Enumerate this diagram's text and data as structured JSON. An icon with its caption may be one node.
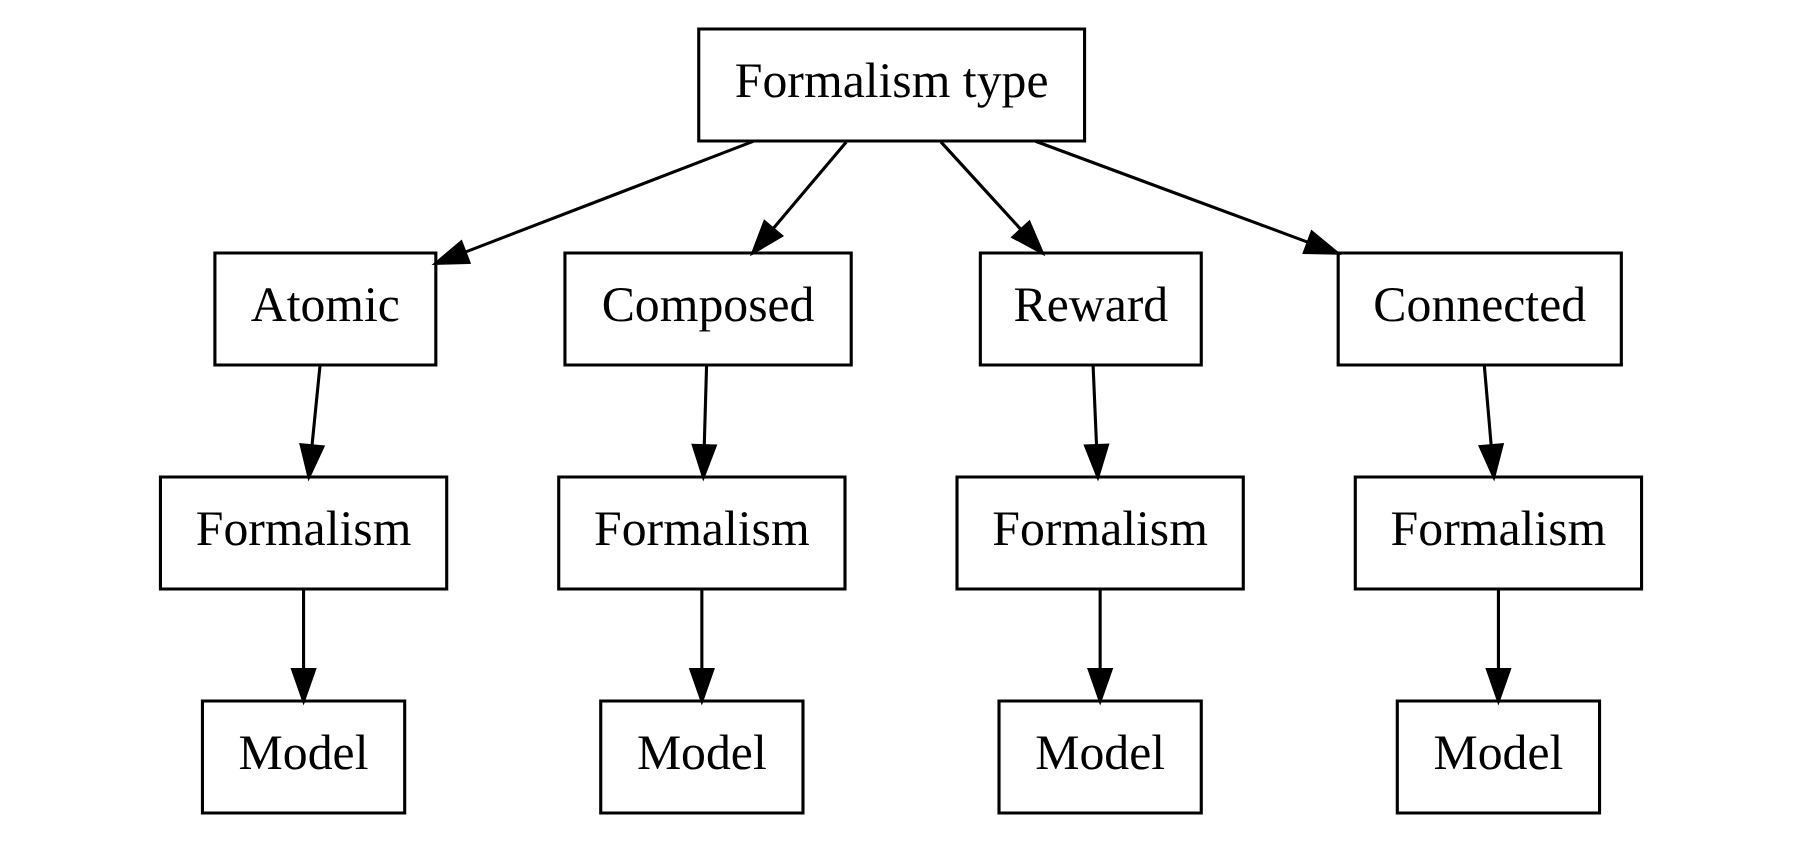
{
  "diagram": {
    "nodes": [
      {
        "text": [
          "Formalism type"
        ]
      },
      {
        "text": [
          "Atomic"
        ]
      },
      {
        "text": [
          "Composed"
        ]
      },
      {
        "text": [
          "Reward"
        ]
      },
      {
        "text": [
          "Connected"
        ]
      },
      {
        "text": [
          "Formalism"
        ]
      },
      {
        "text": [
          "Formalism"
        ]
      },
      {
        "text": [
          "Formalism"
        ]
      },
      {
        "text": [
          "Formalism"
        ]
      },
      {
        "text": [
          "Model"
        ]
      },
      {
        "text": [
          "Model"
        ]
      },
      {
        "text": [
          "Model"
        ]
      },
      {
        "text": [
          "Model"
        ]
      }
    ],
    "edges": [
      {
        "from": 0,
        "to": 1,
        "arrow": "to"
      },
      {
        "from": 0,
        "to": 2,
        "arrow": "to"
      },
      {
        "from": 0,
        "to": 3,
        "arrow": "to"
      },
      {
        "from": 0,
        "to": 4,
        "arrow": "to"
      },
      {
        "from": 1,
        "to": 5,
        "arrow": "to"
      },
      {
        "from": 2,
        "to": 6,
        "arrow": "to"
      },
      {
        "from": 3,
        "to": 7,
        "arrow": "to"
      },
      {
        "from": 4,
        "to": 8,
        "arrow": "to"
      },
      {
        "from": 5,
        "to": 9,
        "arrow": "to"
      },
      {
        "from": 6,
        "to": 10,
        "arrow": "to"
      },
      {
        "from": 7,
        "to": 11,
        "arrow": "to"
      },
      {
        "from": 8,
        "to": 12,
        "arrow": "to"
      }
    ]
  }
}
